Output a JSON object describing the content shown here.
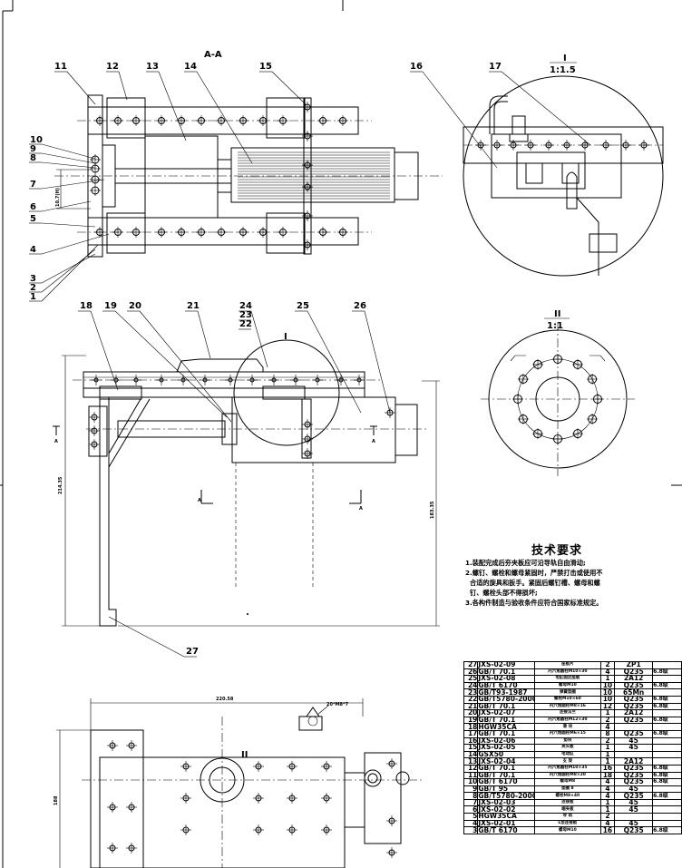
{
  "section_label": "A-A",
  "detail_labels": {
    "detail_i_scale_mark": "I",
    "detail_i_scale": "1:1.5",
    "detail_ii_scale_mark": "II",
    "detail_ii_scale": "1:1",
    "circle_i_mark": "I",
    "circle_ii_mark": "II"
  },
  "section_arrows": [
    "A",
    "A",
    "A",
    "A"
  ],
  "callouts": {
    "top": [
      "11",
      "12",
      "13",
      "14",
      "15",
      "16",
      "17"
    ],
    "left": [
      "10",
      "9",
      "8",
      "7",
      "6",
      "5",
      "4",
      "3",
      "2",
      "1"
    ],
    "front": [
      "18",
      "19",
      "20",
      "21",
      "24",
      "23",
      "22",
      "25",
      "26"
    ],
    "bottom": [
      "27"
    ]
  },
  "dimensions": {
    "gap_dim": "10.7(H)",
    "height_dim": "214.35",
    "right_height_dim": "183.35",
    "width_dim": "220.58",
    "plan_height_dim": "188",
    "thread_note": "20*M8*7",
    "front_i_mark": "I"
  },
  "tech_requirements": {
    "title": "技术要求",
    "lines": [
      "1.装配完成后夯夹板应可沿导轨自由滑动;",
      "2.螺钉、螺栓和螺母紧固时，严禁打击或使用不",
      "  合适的旋具和扳手。紧固后螺钉槽、螺母和螺",
      "  钉、螺栓头部不得损坏;",
      "3.各构件制造与验收条件应符合国家标准规定。"
    ]
  },
  "bom": [
    [
      "27",
      "JXS-02-09",
      "座板片",
      "2",
      "ZP1",
      ""
    ],
    [
      "26",
      "GB/T 70.1",
      "内六角圆柱M10×30",
      "4",
      "Q235",
      "6.8级"
    ],
    [
      "25",
      "JXS-02-08",
      "电缸固定座板",
      "1",
      "2A12",
      ""
    ],
    [
      "24",
      "GB/T 6170",
      "螺母M10",
      "10",
      "Q235",
      "6.8级"
    ],
    [
      "23",
      "GB/T93-1987",
      "弹簧垫圈",
      "10",
      "65Mn",
      ""
    ],
    [
      "22",
      "GB/T5780-2000",
      "螺栓M10×60",
      "10",
      "Q235",
      "6.8级"
    ],
    [
      "21",
      "GB/T 70.1",
      "内六角圆柱M8×16",
      "12",
      "Q235",
      "6.8级"
    ],
    [
      "20",
      "JXS-02-07",
      "连接法兰",
      "1",
      "2A12",
      ""
    ],
    [
      "19",
      "GB/T 70.1",
      "内六角圆柱M12×30",
      "2",
      "Q235",
      "6.8级"
    ],
    [
      "18",
      "HGW35CA",
      "滑 块",
      "4",
      "",
      ""
    ],
    [
      "17",
      "GB/T 70.1",
      "内六角圆柱M6×15",
      "8",
      "Q235",
      "6.8级"
    ],
    [
      "16",
      "JXS-02-06",
      "垫块",
      "2",
      "45",
      ""
    ],
    [
      "15",
      "JXS-02-05",
      "夹头板",
      "1",
      "45",
      ""
    ],
    [
      "14",
      "GSX50",
      "电动缸",
      "1",
      "",
      ""
    ],
    [
      "13",
      "JXS-02-04",
      "支 架",
      "1",
      "2A12",
      ""
    ],
    [
      "12",
      "GB/T 70.1",
      "内六角圆柱M10×35",
      "16",
      "Q235",
      "6.8级"
    ],
    [
      "11",
      "GB/T 70.1",
      "内六角圆柱M8×20",
      "18",
      "Q235",
      "6.8级"
    ],
    [
      "10",
      "GB/T 6170",
      "螺母M8",
      "4",
      "Q235",
      "6.8级"
    ],
    [
      "9",
      "GB/T 95",
      "垫圈 8",
      "4",
      "45",
      ""
    ],
    [
      "8",
      "GB/T5780-2000",
      "螺栓M8×40",
      "4",
      "Q235",
      "6.8级"
    ],
    [
      "7",
      "JXS-02-03",
      "连接板",
      "1",
      "45",
      ""
    ],
    [
      "6",
      "JXS-02-02",
      "端夹板",
      "1",
      "45",
      ""
    ],
    [
      "5",
      "HGW35CA",
      "导 轨",
      "2",
      "",
      ""
    ],
    [
      "4",
      "JXS-02-01",
      "L型连接板",
      "4",
      "45",
      ""
    ],
    [
      "3",
      "GB/T 6170",
      "螺母M10",
      "16",
      "Q235",
      "6.8级"
    ]
  ]
}
